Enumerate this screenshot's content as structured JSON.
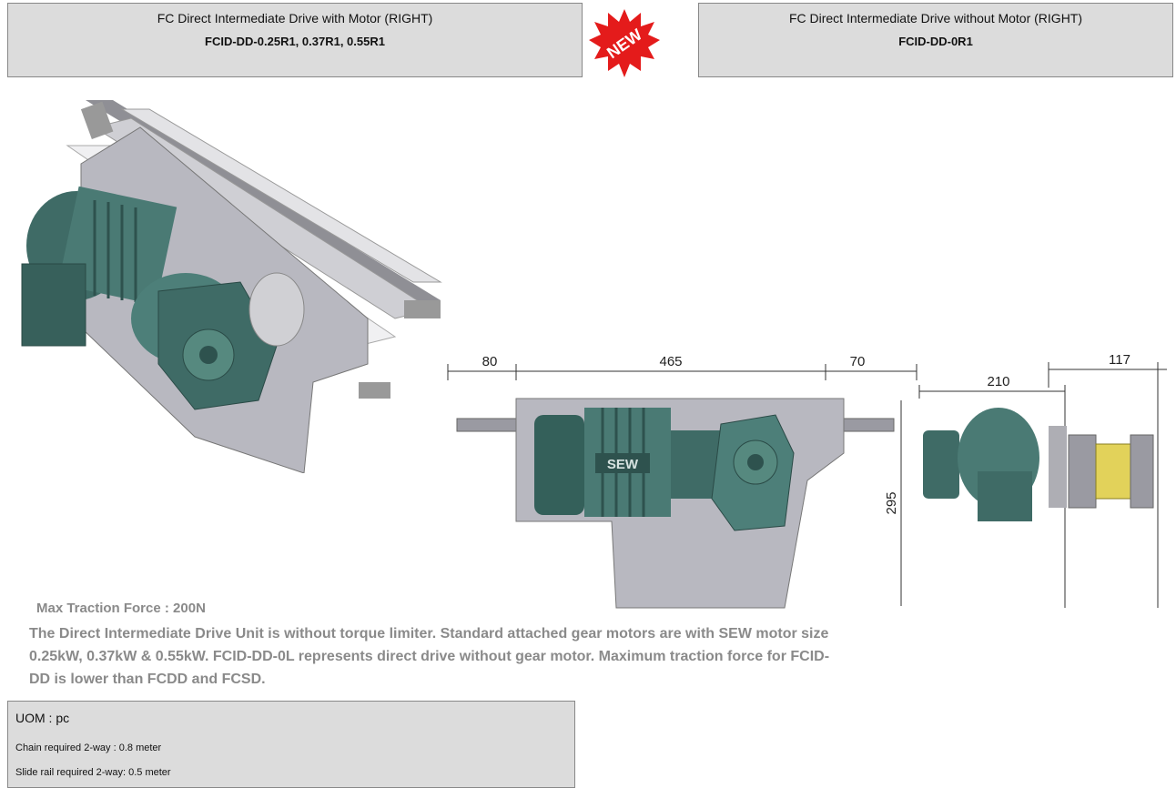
{
  "left_header": {
    "title": "FC Direct Intermediate Drive with Motor (RIGHT)",
    "part_numbers": "FCID-DD-0.25R1, 0.37R1, 0.55R1"
  },
  "badge": {
    "text": "NEW",
    "color": "#e41b1b"
  },
  "right_header": {
    "title": "FC Direct Intermediate Drive without Motor (RIGHT)",
    "part_number": "FCID-DD-0R1"
  },
  "drawing": {
    "dim_80": "80",
    "dim_465": "465",
    "dim_70": "70",
    "dim_210": "210",
    "dim_117": "117",
    "dim_295": "295",
    "motor_label": "SEW"
  },
  "max_traction": "Max Traction Force : 200N",
  "description_lines": [
    "The Direct Intermediate Drive Unit is without torque limiter. Standard attached gear motors are with SEW motor size",
    "0.25kW, 0.37kW & 0.55kW. FCID-DD-0L represents direct drive without  gear motor. Maximum traction force for FCID-",
    "DD is lower than FCDD and FCSD."
  ],
  "uom": {
    "label": "UOM : pc",
    "chain": "Chain required 2-way : 0.8 meter",
    "slide_rail": "Slide rail required 2-way:  0.5 meter"
  },
  "colors": {
    "header_bg": "#dcdcdc",
    "plate": "#b8b8c0",
    "motor": "#3f6b66",
    "text_gray": "#8a8a8a"
  }
}
